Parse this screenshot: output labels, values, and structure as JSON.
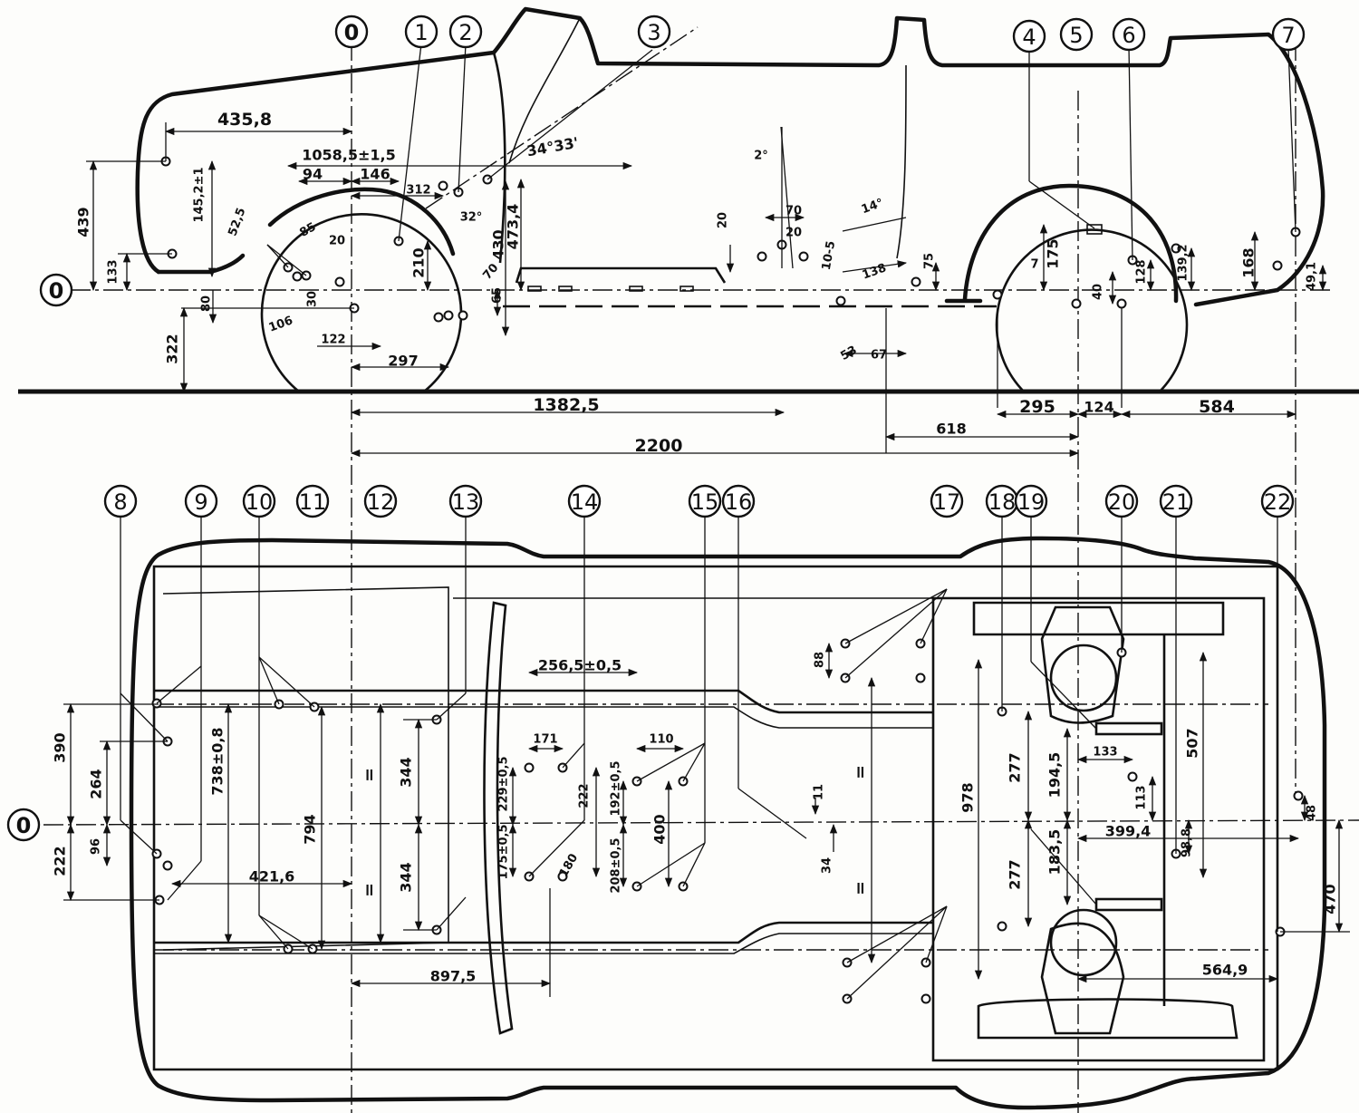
{
  "callouts_top": [
    "0",
    "1",
    "2",
    "3",
    "4",
    "5",
    "6",
    "7"
  ],
  "callouts_bottom": [
    "8",
    "9",
    "10",
    "11",
    "12",
    "13",
    "14",
    "15",
    "16",
    "17",
    "18",
    "19",
    "20",
    "21",
    "22"
  ],
  "axis_markers": [
    "0",
    "0"
  ],
  "side_view_dimensions": [
    "435,8",
    "1058,5±1,5",
    "94",
    "146",
    "312",
    "34°33'",
    "439",
    "145,2±1",
    "52,5",
    "85",
    "20",
    "32°",
    "210",
    "430",
    "473,4",
    "133",
    "80",
    "30",
    "106",
    "122",
    "70",
    "65",
    "322",
    "297",
    "2°",
    "70",
    "20",
    "20",
    "14°",
    "10-5",
    "138",
    "75",
    "53",
    "67",
    "175",
    "7",
    "40",
    "128",
    "139,2",
    "168",
    "49,1",
    "1382,5",
    "2200",
    "618",
    "295",
    "124",
    "584"
  ],
  "plan_view_dimensions": [
    "256,5±0,5",
    "390",
    "264",
    "96",
    "222",
    "738±0,8",
    "421,6",
    "794",
    "344",
    "344",
    "=",
    "=",
    "897,5",
    "171",
    "175±0,5",
    "229±0,5",
    "222",
    "180",
    "110",
    "400",
    "208±0,5",
    "192±0,5",
    "88",
    "11",
    "34",
    "=",
    "=",
    "978",
    "277",
    "277",
    "194,5",
    "183,5",
    "133",
    "113",
    "507",
    "399,4",
    "98,8",
    "48",
    "564,9",
    "470"
  ]
}
